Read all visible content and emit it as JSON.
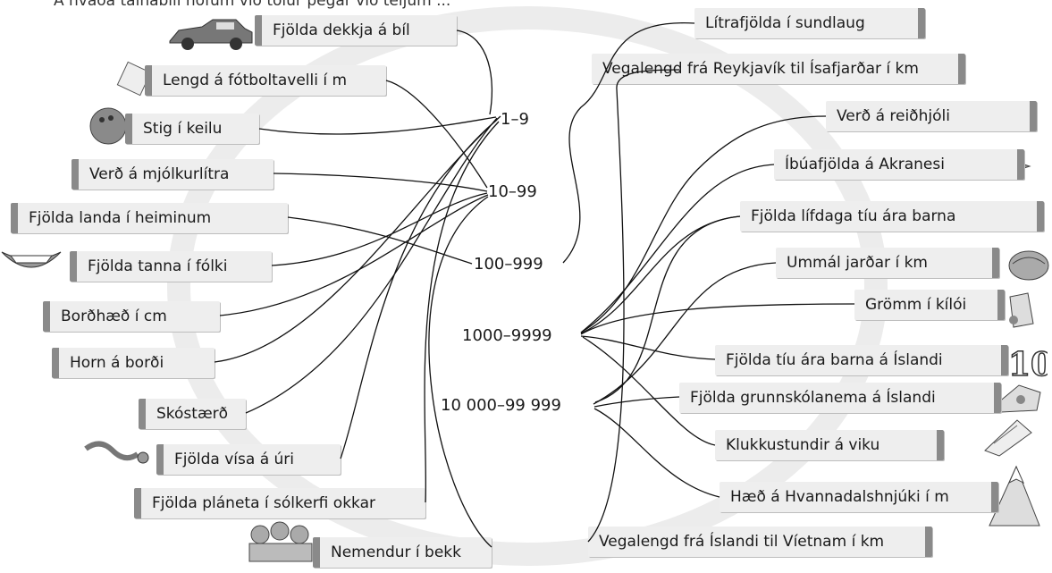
{
  "header": "A hvaða talnabili höfum við tölur þegar við teljum ...",
  "left_items": [
    "Fjölda dekkja á bíl",
    "Lengd á fótboltavelli í m",
    "Stig í keilu",
    "Verð á mjólkurlítra",
    "Fjölda landa í heiminum",
    "Fjölda tanna í fólki",
    "Borðhæð í cm",
    "Horn á borði",
    "Skóstærð",
    "Fjölda vísa á úri",
    "Fjölda pláneta í sólkerfi okkar",
    "Nemendur í bekk"
  ],
  "ranges": [
    "1–9",
    "10–99",
    "100–999",
    "1000–9999",
    "10 000–99 999"
  ],
  "right_items": [
    "Lítrafjölda í sundlaug",
    "Vegalengd frá Reykjavík til Ísafjarðar í km",
    "Verð á reiðhjóli",
    "Íbúafjölda á Akranesi",
    "Fjölda lífdaga tíu ára barna",
    "Ummál jarðar í km",
    "Grömm í kílói",
    "Fjölda tíu ára barna á Íslandi",
    "Fjölda grunnskólanema á Íslandi",
    "Klukkustundir á viku",
    "Hæð á Hvannadalshnjúki í m",
    "Vegalengd frá Íslandi til Víetnam í km"
  ],
  "pictures": [
    "car-icon",
    "ticket-icon",
    "bowling-ball-icon",
    "cow-icon",
    "teeth-icon",
    "worm-icon",
    "kids-icon",
    "globe-icon",
    "weight-icon",
    "ten-icon",
    "cheese-icon",
    "calendar-icon",
    "mountain-icon"
  ],
  "colors": {
    "line": "#111111",
    "label_bg": "#eeeeee",
    "label_edge": "#8a8a8a",
    "ring": "#ececec"
  }
}
